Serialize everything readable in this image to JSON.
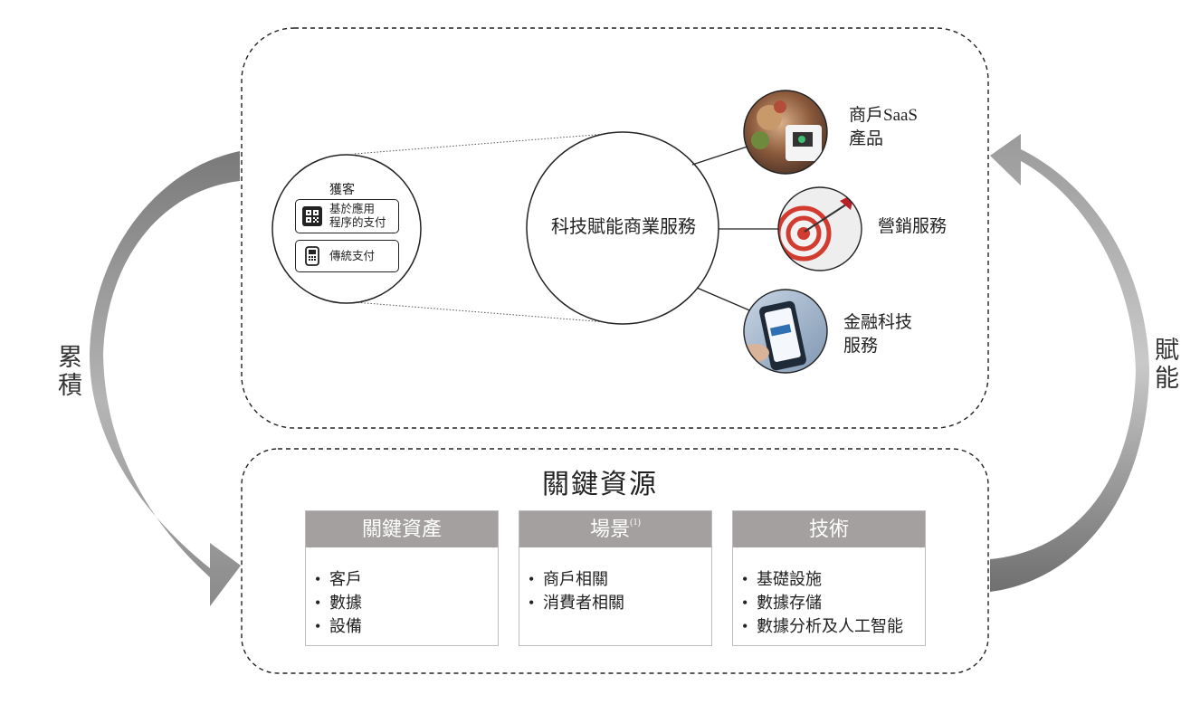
{
  "side_labels": {
    "left": "累積",
    "right": "賦能"
  },
  "center": {
    "title": "科技賦能商業服務"
  },
  "acquisition": {
    "title": "獲客",
    "items": [
      {
        "label": "基於應用\n程序的支付",
        "icon": "qr-code-icon"
      },
      {
        "label": "傳統支付",
        "icon": "pos-terminal-icon"
      }
    ]
  },
  "services": [
    {
      "label": "商戶SaaS\n產品",
      "image": "food-and-pos-photo"
    },
    {
      "label": "營銷服務",
      "image": "target-dart-photo"
    },
    {
      "label": "金融科技\n服務",
      "image": "smartphone-photo"
    }
  ],
  "resources": {
    "title": "關鍵資源",
    "cards": [
      {
        "title": "關鍵資產",
        "sup": "",
        "items": [
          "客戶",
          "數據",
          "設備"
        ]
      },
      {
        "title": "場景",
        "sup": "(1)",
        "items": [
          "商戶相關",
          "消費者相關"
        ]
      },
      {
        "title": "技術",
        "sup": "",
        "items": [
          "基礎設施",
          "數據存儲",
          "數據分析及人工智能"
        ]
      }
    ]
  },
  "colors": {
    "arrow_dark": "#7f7f7f",
    "arrow_light": "#c8c8c8",
    "card_header": "#a3a09f",
    "border": "#222222"
  }
}
